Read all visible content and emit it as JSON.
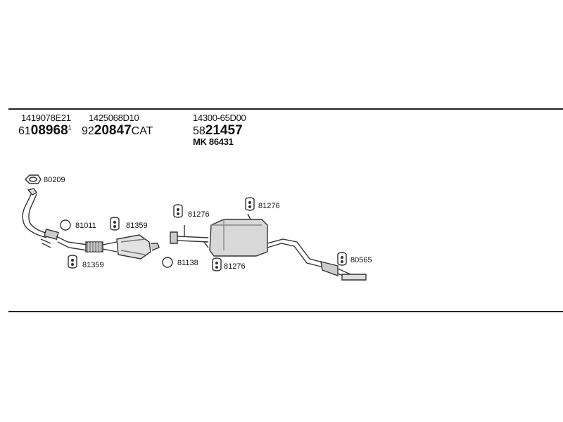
{
  "header": {
    "col1": {
      "ref": "1419078E21",
      "prefix": "61",
      "bold": "08968",
      "suffix": "1"
    },
    "col2": {
      "ref": "1425068D10",
      "prefix": "92",
      "bold": "20847",
      "suffix": "CAT"
    },
    "col3": {
      "ref": "14300-65D00",
      "prefix": "58",
      "bold": "21457",
      "mk": "MK  86431"
    }
  },
  "parts": {
    "gasket_80209": "80209",
    "ring_81011": "81011",
    "hanger_81359_a": "81359",
    "hanger_81359_b": "81359",
    "hanger_81276_a": "81276",
    "hanger_81276_b": "81276",
    "hanger_81276_c": "81276",
    "ring_81138": "81138",
    "hanger_80565": "80565"
  }
}
